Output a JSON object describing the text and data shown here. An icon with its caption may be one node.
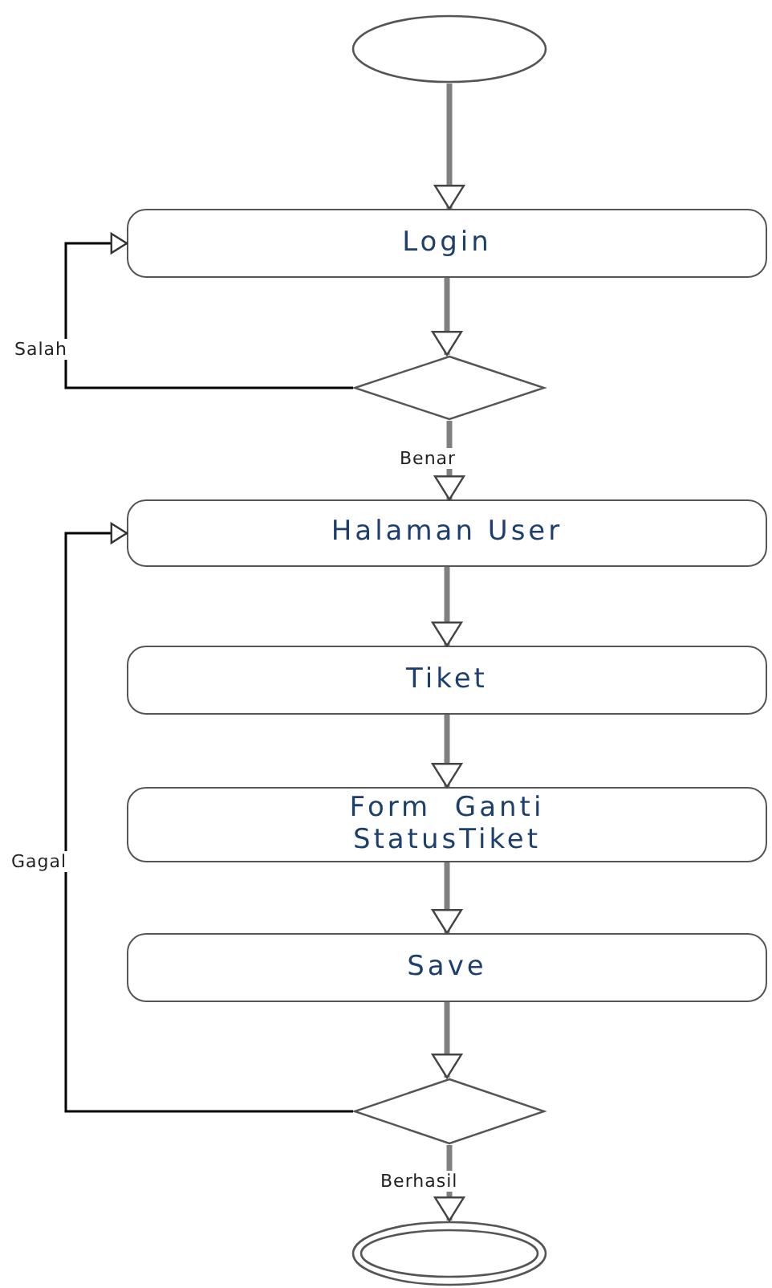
{
  "diagram": {
    "nodes": [
      {
        "text": [],
        "shape": "circle"
      },
      {
        "text": [
          "Login"
        ]
      },
      {
        "text": [],
        "shape": "diamond"
      },
      {
        "text": [
          "Halaman User"
        ]
      },
      {
        "text": [
          "Tiket"
        ]
      },
      {
        "text": [
          "Form  Ganti StatusTiket"
        ]
      },
      {
        "text": [
          "Save"
        ]
      },
      {
        "text": [],
        "shape": "diamond"
      },
      {
        "text": [],
        "shape": "circle"
      }
    ],
    "edges": [
      {
        "from": 0,
        "to": 1,
        "arrow": "to"
      },
      {
        "from": 1,
        "to": 2,
        "arrow": "to"
      },
      {
        "from": 2,
        "to": 1,
        "arrow": "to",
        "label": "Salah",
        "color": "#000000"
      },
      {
        "from": 2,
        "to": 3,
        "arrow": "to",
        "label": "Benar"
      },
      {
        "from": 3,
        "to": 4,
        "arrow": "to"
      },
      {
        "from": 4,
        "to": 5,
        "arrow": "to"
      },
      {
        "from": 5,
        "to": 6,
        "arrow": "to"
      },
      {
        "from": 6,
        "to": 7,
        "arrow": "to"
      },
      {
        "from": 7,
        "to": 3,
        "arrow": "to",
        "label": "Gagal",
        "color": "#000000"
      },
      {
        "from": 7,
        "to": 8,
        "arrow": "to",
        "label": "Berhasil"
      }
    ]
  }
}
